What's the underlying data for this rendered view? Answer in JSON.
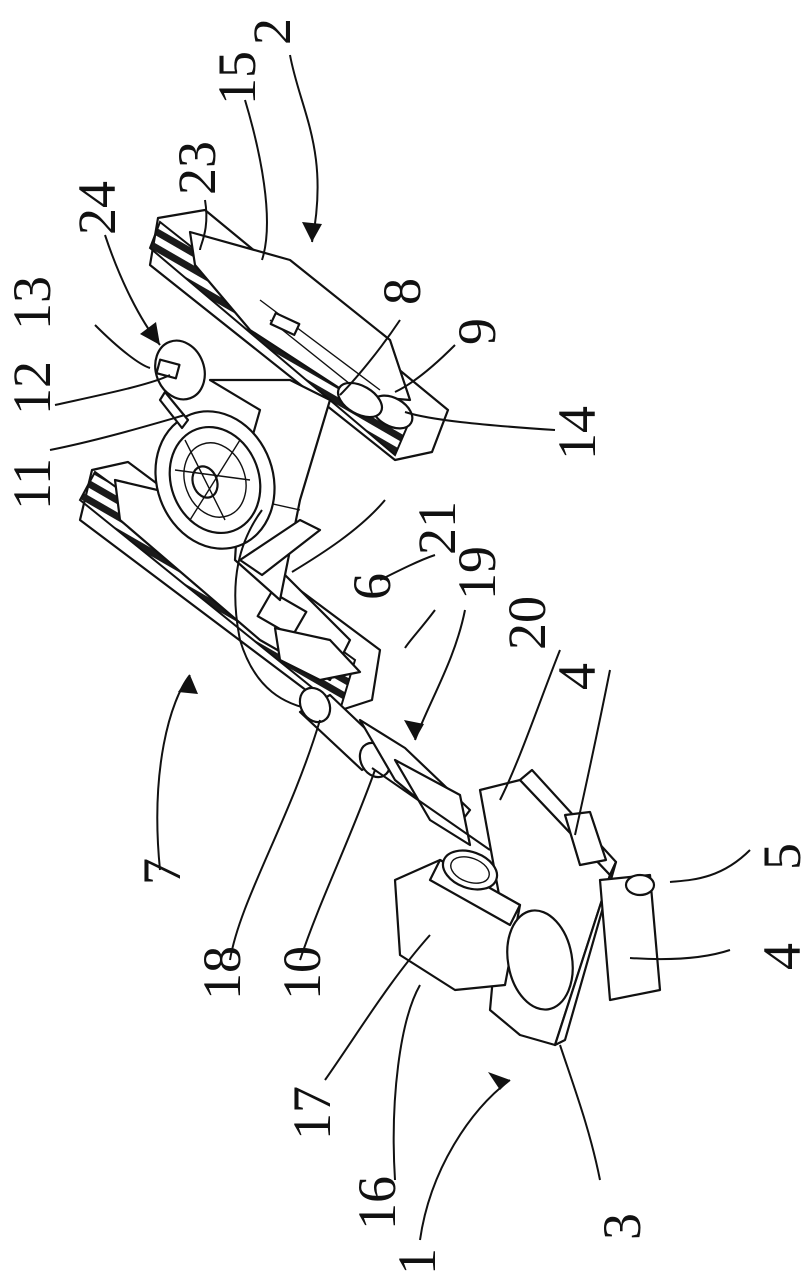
{
  "figure": {
    "reference_numerals": [
      {
        "id": "ref-1",
        "text": "1"
      },
      {
        "id": "ref-2",
        "text": "2"
      },
      {
        "id": "ref-3",
        "text": "3"
      },
      {
        "id": "ref-4a",
        "text": "4"
      },
      {
        "id": "ref-4b",
        "text": "4"
      },
      {
        "id": "ref-5",
        "text": "5"
      },
      {
        "id": "ref-6",
        "text": "6"
      },
      {
        "id": "ref-7",
        "text": "7"
      },
      {
        "id": "ref-8",
        "text": "8"
      },
      {
        "id": "ref-9",
        "text": "9"
      },
      {
        "id": "ref-10",
        "text": "10"
      },
      {
        "id": "ref-11",
        "text": "11"
      },
      {
        "id": "ref-12",
        "text": "12"
      },
      {
        "id": "ref-13",
        "text": "13"
      },
      {
        "id": "ref-14",
        "text": "14"
      },
      {
        "id": "ref-15",
        "text": "15"
      },
      {
        "id": "ref-16",
        "text": "16"
      },
      {
        "id": "ref-17",
        "text": "17"
      },
      {
        "id": "ref-18",
        "text": "18"
      },
      {
        "id": "ref-19",
        "text": "19"
      },
      {
        "id": "ref-20",
        "text": "20"
      },
      {
        "id": "ref-21",
        "text": "21"
      },
      {
        "id": "ref-23",
        "text": "23"
      },
      {
        "id": "ref-24",
        "text": "24"
      }
    ]
  }
}
